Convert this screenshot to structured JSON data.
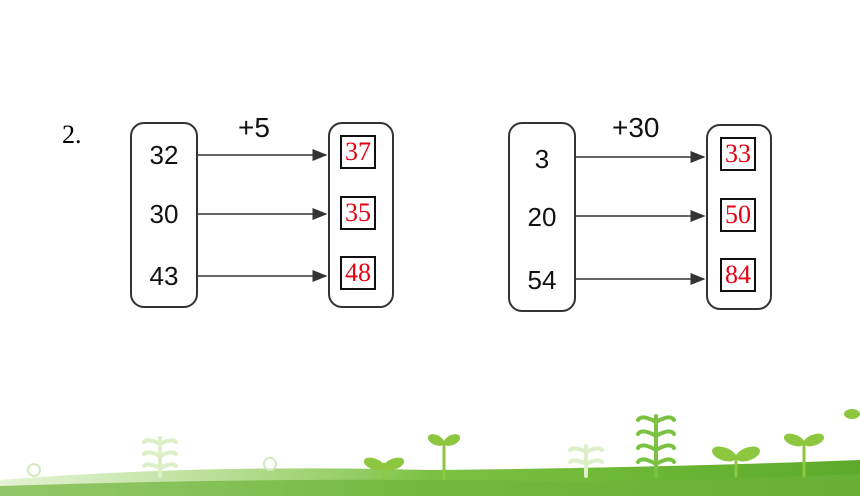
{
  "problem": {
    "number": "2."
  },
  "groups": [
    {
      "operation": "+5",
      "inputs": [
        "32",
        "30",
        "43"
      ],
      "answers": [
        "37",
        "35",
        "48"
      ]
    },
    {
      "operation": "+30",
      "inputs": [
        "3",
        "20",
        "54"
      ],
      "answers": [
        "33",
        "50",
        "84"
      ]
    }
  ],
  "colors": {
    "answer_text": "#e60012",
    "grass": "#7cc242",
    "sprout": "#8dc63f"
  },
  "decor_icons": [
    "sprout-icon",
    "grass-strip",
    "circle-icon"
  ]
}
